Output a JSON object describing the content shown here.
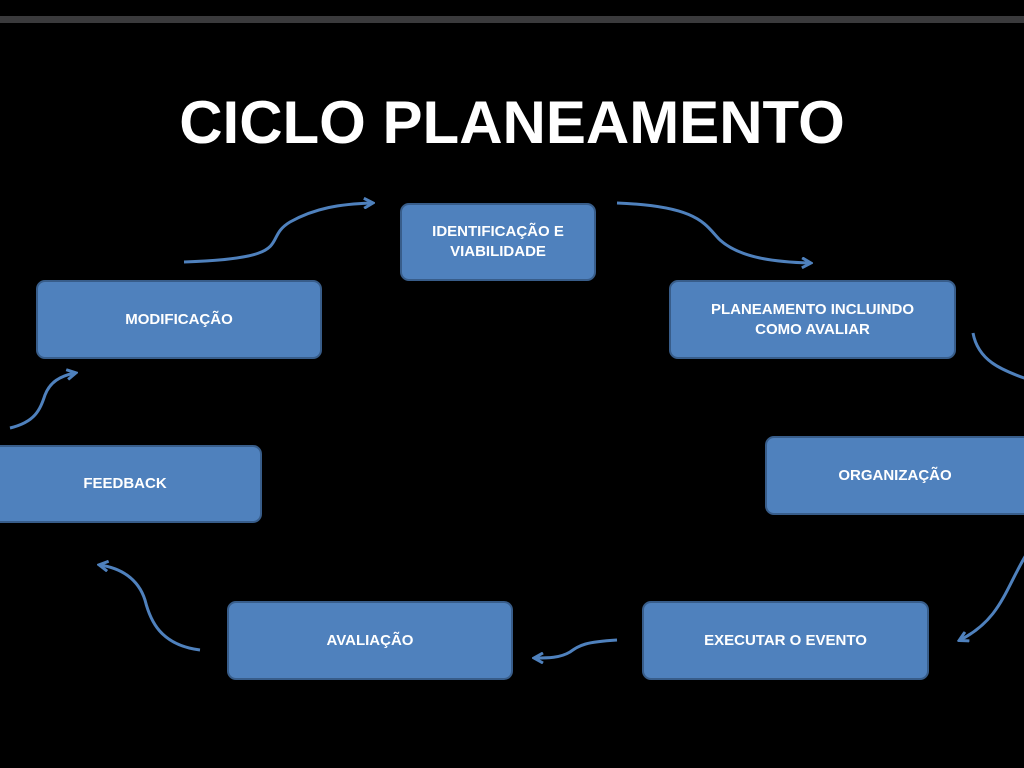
{
  "title": "CICLO PLANEAMENTO",
  "colors": {
    "box_fill": "#4f81bd",
    "box_border": "#385d8a",
    "arrow": "#4f81bd",
    "background": "#000000"
  },
  "steps": [
    {
      "label": "IDENTIFICAÇÃO E VIABILIDADE"
    },
    {
      "label": "PLANEAMENTO INCLUINDO COMO AVALIAR"
    },
    {
      "label": "ORGANIZAÇÃO"
    },
    {
      "label": "EXECUTAR O EVENTO"
    },
    {
      "label": "AVALIAÇÃO"
    },
    {
      "label": "FEEDBACK"
    },
    {
      "label": "MODIFICAÇÃO"
    }
  ]
}
